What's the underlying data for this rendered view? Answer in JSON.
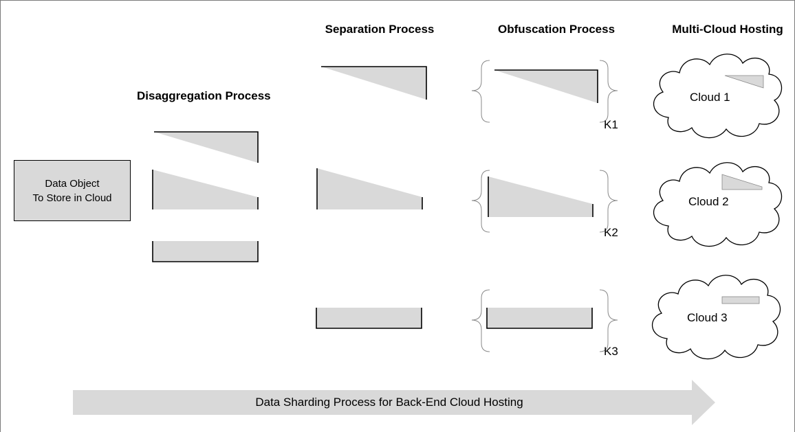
{
  "headings": {
    "disaggregation": "Disaggregation Process",
    "separation": "Separation Process",
    "obfuscation": "Obfuscation Process",
    "hosting": "Multi-Cloud Hosting"
  },
  "data_object": {
    "line1": "Data Object",
    "line2": "To Store in Cloud"
  },
  "keys": [
    "K1",
    "K2",
    "K3"
  ],
  "clouds": [
    "Cloud 1",
    "Cloud 2",
    "Cloud 3"
  ],
  "arrow_label": "Data Sharding Process for Back-End Cloud Hosting",
  "colors": {
    "fill": "#d9d9d9",
    "stroke": "#000000",
    "arrow": "#d9d9d9"
  }
}
